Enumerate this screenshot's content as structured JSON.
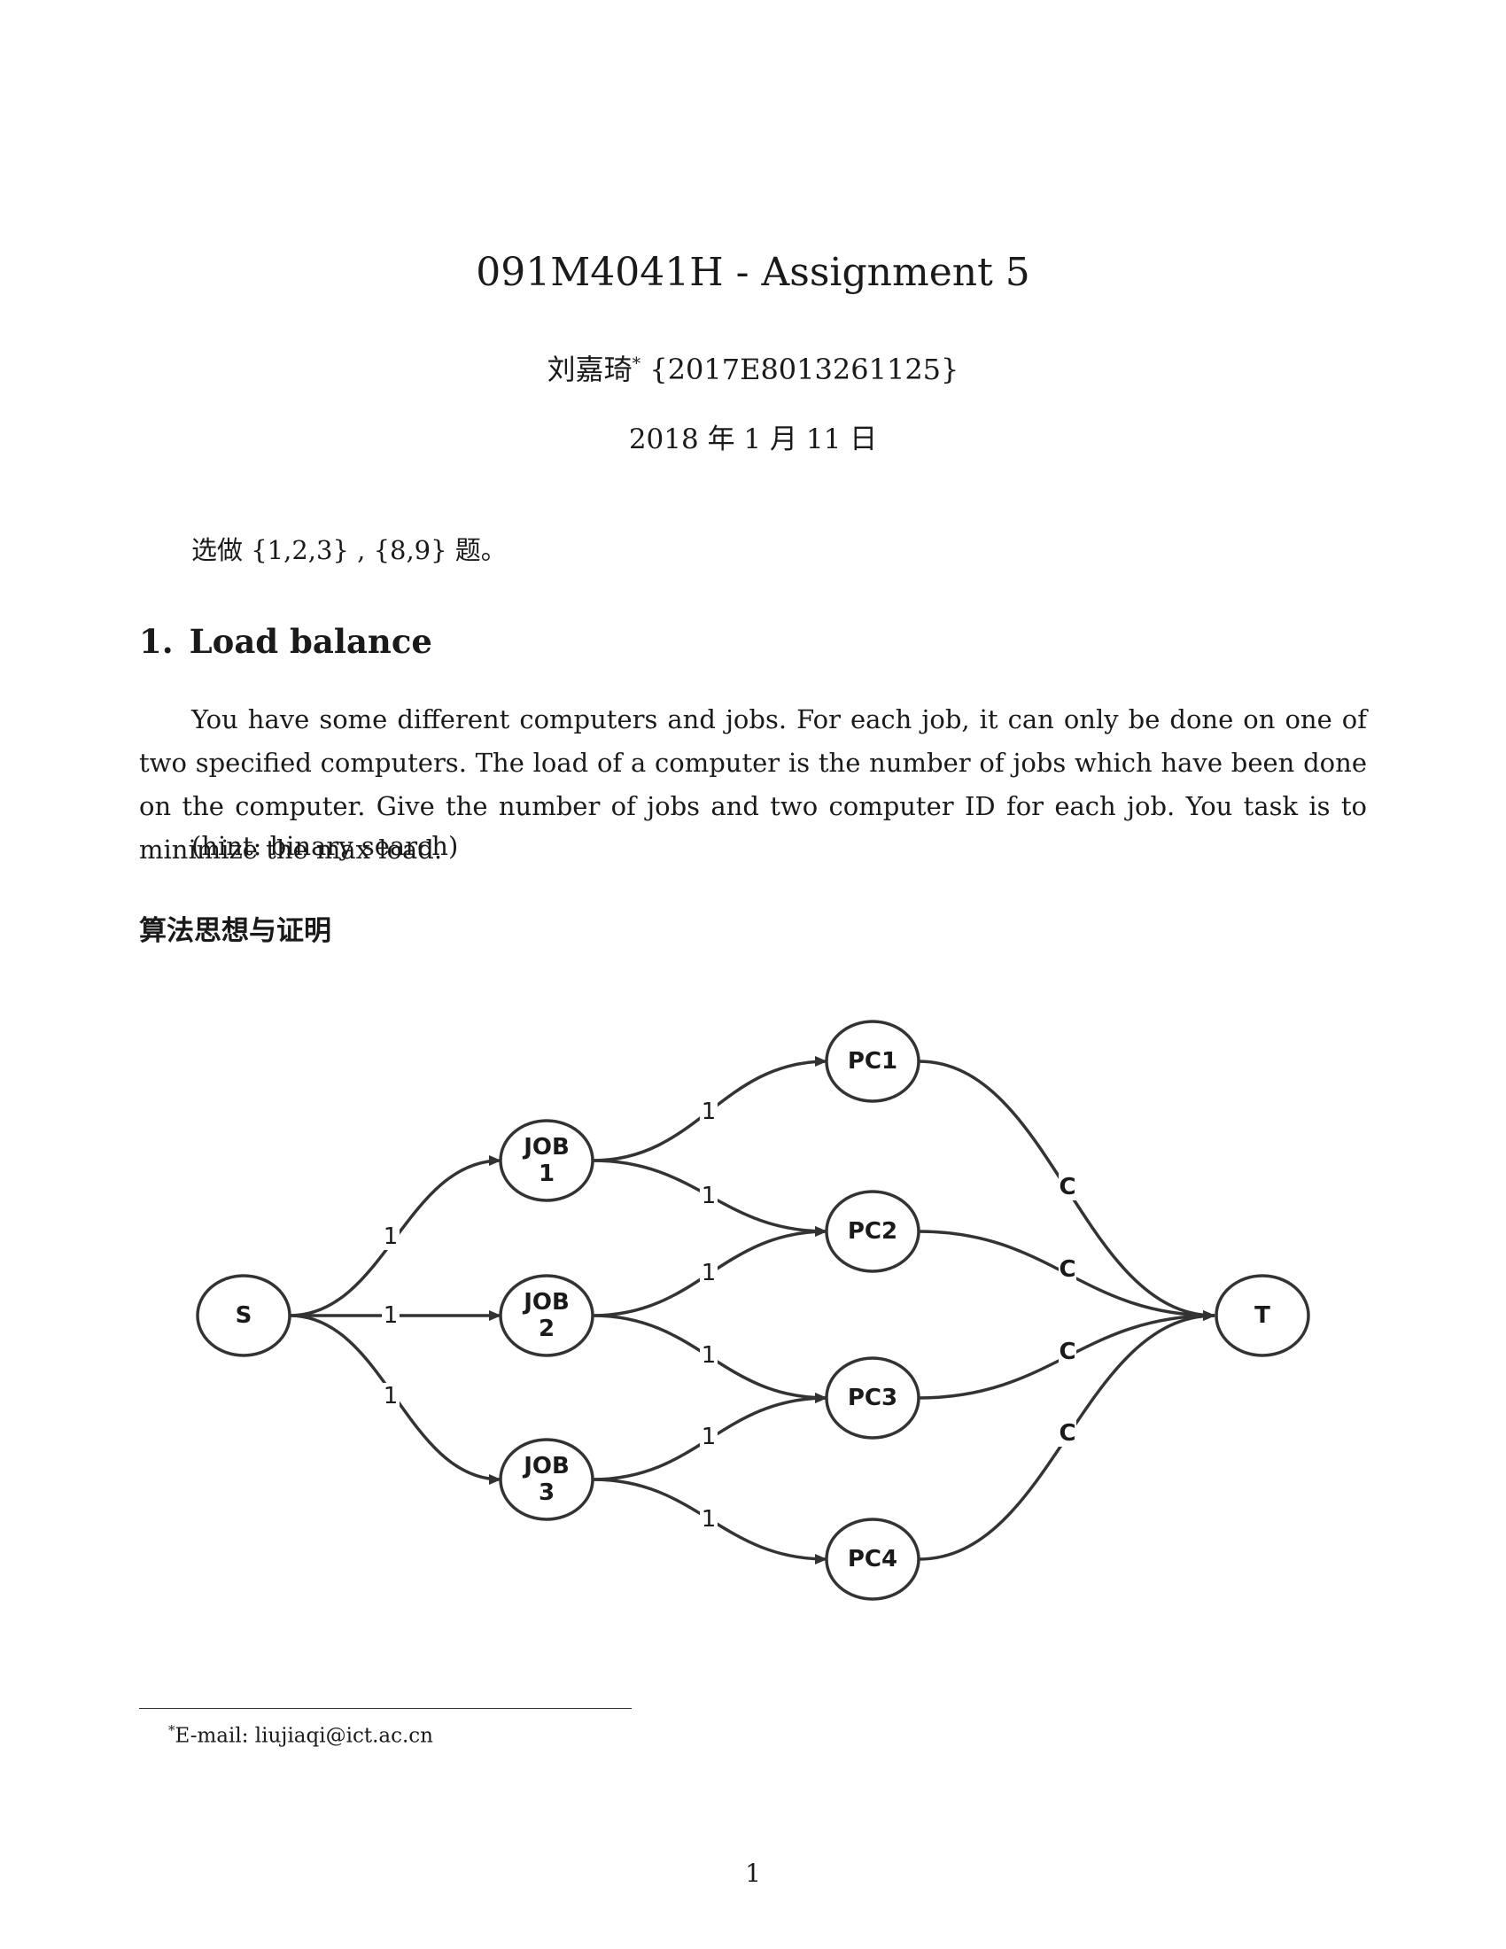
{
  "header": {
    "title": "091M4041H - Assignment 5",
    "author_name": "刘嘉琦",
    "author_mark": "*",
    "author_id": "{2017E8013261125}",
    "date": "2018 年 1 月 11 日"
  },
  "choice": "选做 {1,2,3} , {8,9} 题。",
  "section": {
    "number": "1.",
    "title": "Load balance",
    "paragraph": "You have some different computers and jobs. For each job, it can only be done on one of two specified computers. The load of a computer is the number of jobs which have been done on the computer. Give the number of jobs and two computer ID for each job. You task is to minimize the max load.",
    "hint": "(hint: binary search)"
  },
  "subsection": "算法思想与证明",
  "diagram": {
    "nodes": {
      "S": [
        "S"
      ],
      "JOB1": [
        "JOB",
        "1"
      ],
      "JOB2": [
        "JOB",
        "2"
      ],
      "JOB3": [
        "JOB",
        "3"
      ],
      "PC1": [
        "PC1"
      ],
      "PC2": [
        "PC2"
      ],
      "PC3": [
        "PC3"
      ],
      "PC4": [
        "PC4"
      ],
      "T": [
        "T"
      ]
    },
    "edges": [
      {
        "from": "S",
        "to": "JOB1",
        "label": "1"
      },
      {
        "from": "S",
        "to": "JOB2",
        "label": "1"
      },
      {
        "from": "S",
        "to": "JOB3",
        "label": "1"
      },
      {
        "from": "JOB1",
        "to": "PC1",
        "label": "1"
      },
      {
        "from": "JOB1",
        "to": "PC2",
        "label": "1"
      },
      {
        "from": "JOB2",
        "to": "PC2",
        "label": "1"
      },
      {
        "from": "JOB2",
        "to": "PC3",
        "label": "1"
      },
      {
        "from": "JOB3",
        "to": "PC3",
        "label": "1"
      },
      {
        "from": "JOB3",
        "to": "PC4",
        "label": "1"
      },
      {
        "from": "PC1",
        "to": "T",
        "label": "C"
      },
      {
        "from": "PC2",
        "to": "T",
        "label": "C"
      },
      {
        "from": "PC3",
        "to": "T",
        "label": "C"
      },
      {
        "from": "PC4",
        "to": "T",
        "label": "C"
      }
    ]
  },
  "footnote": {
    "mark": "*",
    "text": "E-mail: liujiaqi@ict.ac.cn"
  },
  "page_number": "1"
}
